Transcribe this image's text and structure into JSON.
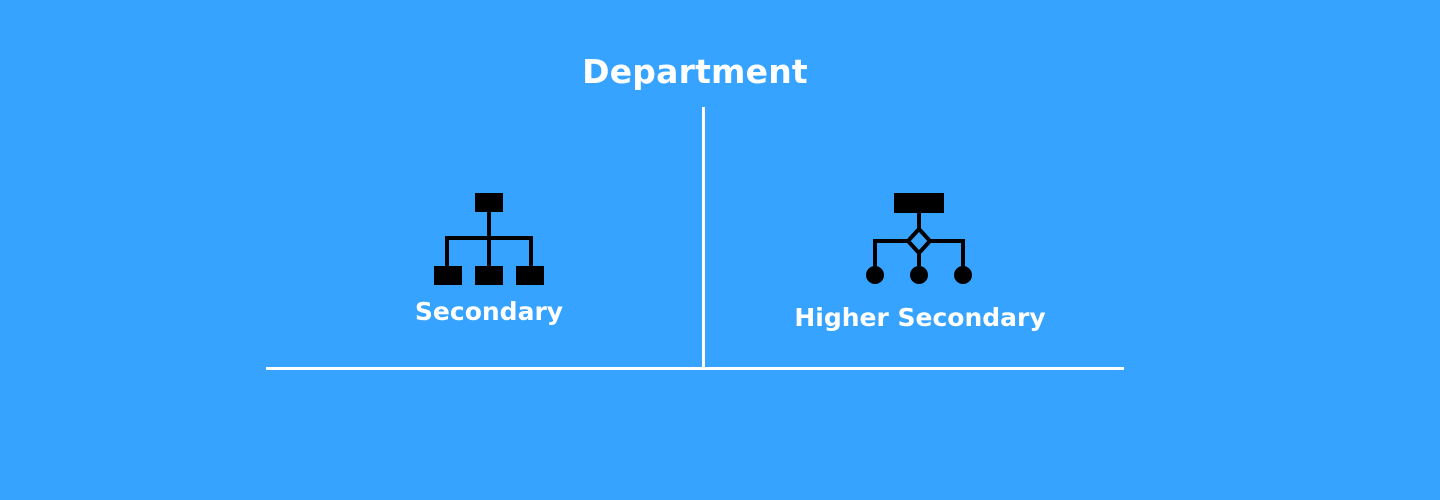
{
  "page": {
    "title": "Department",
    "background_color": "#35a3ff",
    "text_color": "#ffffff"
  },
  "departments": [
    {
      "label": "Secondary",
      "icon": "org-chart-icon"
    },
    {
      "label": "Higher Secondary",
      "icon": "flowchart-hierarchy-icon"
    }
  ]
}
